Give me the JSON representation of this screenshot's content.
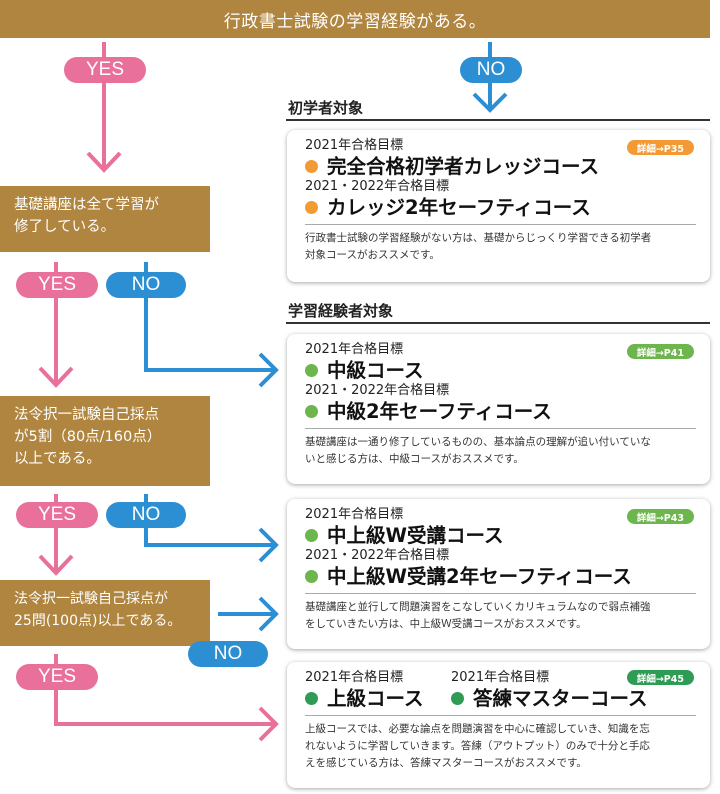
{
  "header": {
    "title": "行政書士試験の学習経験がある。"
  },
  "colors": {
    "brown": "#b08540",
    "yes": "#e8709a",
    "no": "#2d8fd3",
    "orange": "#f39a35",
    "light_green": "#6db54d",
    "dark_green": "#2f9c55"
  },
  "pills": {
    "yes": "YES",
    "no": "NO"
  },
  "questions": [
    {
      "text_lines": [
        "基礎講座は全て学習が",
        "修了している。"
      ]
    },
    {
      "text_lines": [
        "法令択一試験自己採点",
        "が5割（80点/160点）",
        "以上である。"
      ]
    },
    {
      "text_lines": [
        "法令択一試験自己採点が",
        "25問(100点)以上である。"
      ]
    }
  ],
  "sections": {
    "beginner": "初学者対象",
    "experienced": "学習経験者対象"
  },
  "cards": [
    {
      "badge": "詳細→P35",
      "courses": [
        {
          "target": "2021年合格目標",
          "name": "完全合格初学者カレッジコース"
        },
        {
          "target": "2021・2022年合格目標",
          "name": "カレッジ2年セーフティコース"
        }
      ],
      "description": [
        "行政書士試験の学習経験がない方は、基礎からじっくり学習できる初学者",
        "対象コースがおススメです。"
      ]
    },
    {
      "badge": "詳細→P41",
      "courses": [
        {
          "target": "2021年合格目標",
          "name": "中級コース"
        },
        {
          "target": "2021・2022年合格目標",
          "name": "中級2年セーフティコース"
        }
      ],
      "description": [
        "基礎講座は一通り修了しているものの、基本論点の理解が追い付いていな",
        "いと感じる方は、中級コースがおススメです。"
      ]
    },
    {
      "badge": "詳細→P43",
      "courses": [
        {
          "target": "2021年合格目標",
          "name": "中上級W受講コース"
        },
        {
          "target": "2021・2022年合格目標",
          "name": "中上級W受講2年セーフティコース"
        }
      ],
      "description": [
        "基礎講座と並行して問題演習をこなしていくカリキュラムなので弱点補強",
        "をしていきたい方は、中上級Ｗ受講コースがおススメです。"
      ]
    },
    {
      "badge": "詳細→P45",
      "courses": [
        {
          "target": "2021年合格目標",
          "name": "上級コース"
        },
        {
          "target": "2021年合格目標",
          "name": "答練マスターコース"
        }
      ],
      "description": [
        "上級コースでは、必要な論点を問題演習を中心に確認していき、知識を忘",
        "れないように学習していきます。答練（アウトプット）のみで十分と手応",
        "えを感じている方は、答練マスターコースがおススメです。"
      ]
    }
  ]
}
